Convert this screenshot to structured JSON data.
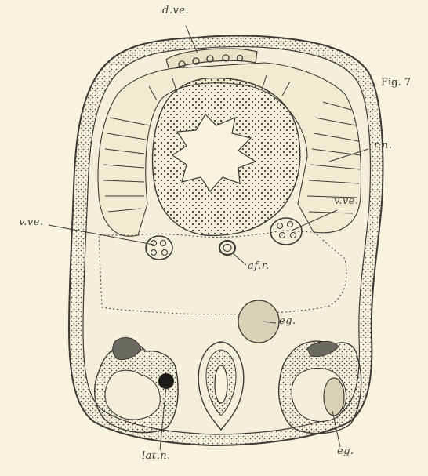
{
  "figure": {
    "number_label": "Fig. 7"
  },
  "labels": {
    "dorsal_vessels": "d.ve.",
    "right_nerve": "r.n.",
    "left_vessel": "v.ve.",
    "right_vessel": "v.ve.",
    "afr": "af.r.",
    "egg_upper": "eg.",
    "lateral_nerve": "lat.n.",
    "egg_lower": "eg."
  },
  "colors": {
    "paper": "#f8f3dc",
    "ink": "#3a3a36",
    "tissue_light": "#f4efd9",
    "tissue_shaded": "#e9e2c6",
    "egg_fill": "#d9d2b6"
  }
}
